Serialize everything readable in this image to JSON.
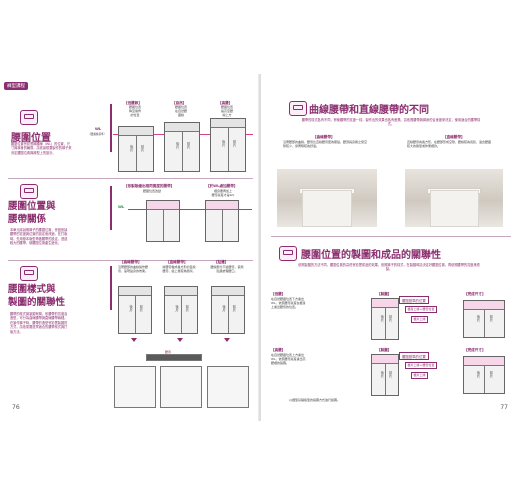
{
  "left": {
    "tab": "褲型課程",
    "page_number": "76",
    "s1": {
      "title": "腰圍位置",
      "desc": "腰圍位置會影響褲腰線（WL）的位置、尺寸與褲身的輪廓。請依據想要製作的褲子來決定腰圍位置與褲型上的設計。",
      "labels": [
        "【低腰款】",
        "【自然】",
        "【高腰】"
      ],
      "notes": [
        "腰圍位置\n降至髖骨\n的位置",
        "腰圍位置\n在自然腰\n圍線",
        "腰圍位置\n提高至腰\n線上方"
      ],
      "wl": "WL",
      "wl_note": "（腰圍線基準）",
      "front": "前片",
      "back": "後片"
    },
    "s2": {
      "title": "腰圍位置與\n腰帶關係",
      "desc": "本單元將說明褲子的腰圍位置，會因依據腰帶的寬度與位置的設定而改變。在打版時，先用基本版型再做腰帶的設定，透過較大的腰帶，使腰圍位置產生變化。",
      "label_a": "【依製版繪出相同寬度的腰帶】",
      "label_b": "【於WL處加腰帶】",
      "note_a": "腰圍位置改變",
      "note_b": "褲身要再加上\n腰帶寬度才是WL",
      "wl": "WL"
    },
    "s3": {
      "title": "腰圍樣式與\n製圖的關聯性",
      "desc": "腰帶的樣式與製圖有關，依腰帶的寬度及造型，可分為曲線腰帶與直線腰帶兩種。在製作褲子時，腰帶的造型會影響製圖的方式，請依需要選擇適合的腰帶樣式與打版方法。",
      "labels": [
        "【曲線腰帶】",
        "【直線腰帶】",
        "【貼邊】"
      ],
      "notes": [
        "沿著腰部的曲線製作腰帶，呈現貼身的效果。",
        "將腰帶做成長方形的直線腰帶，縫上後較為簡潔。",
        "腰線部分不縫腰帶，使用貼邊處理腰口。"
      ],
      "band_label": "腰帶",
      "front": "前片",
      "back": "後片"
    }
  },
  "right": {
    "page_number": "77",
    "s1": {
      "title": "曲線腰帶和直線腰帶的不同",
      "desc": "腰帶的樣式各有不同，即使腰帶的寬度一樣，製作出的效果也各有差異。請依照腰帶與褲身的合身度來決定，使用適合的腰帶樣式。",
      "label_left": "【曲線腰帶】",
      "label_right": "【直線腰帶】",
      "note_left": "沿著腰部的曲線，腰帶比直線腰帶更為服貼，腰頭與身體之間空隙較少，穿著時較為舒適。",
      "note_right": "直線腰帶為長方形，在腰部形成空隙，腰線較為寬鬆，適合腰圍較大的體型或休閒褲款。"
    },
    "s2": {
      "title": "腰圍位置的製圖和成品的關聯性",
      "desc": "依照製圖的方法不同，腰圍位置的高低會影響成品的效果。依照褲子的樣式，在製圖時請決定好腰圍位置，再依照腰帶的寬度來繪製。",
      "tag_low": "【低腰】",
      "tag_high": "【高腰】",
      "tag_draft": "【製圖】",
      "tag_result": "【完成尺寸】",
      "low_desc": "在自然腰圍位置下方畫出WL，依照腰帶寬度在褲身上畫出腰帶的位置。",
      "high_desc": "在自然腰圍位置上方畫出WL，依照腰帶寬度畫出高腰褲的製圖。",
      "boxes_low": [
        "腰圍基準的位置",
        "褲身上緣＋腰帶位置",
        "褲片上緣"
      ],
      "boxes_high": [
        "腰圍基準的位置",
        "褲片上緣＋腰帶位置",
        "褲片上緣"
      ],
      "front": "前片",
      "back": "後片",
      "footnote": "以褲型基礎版型的製圖方式進行繪圖。"
    }
  },
  "colors": {
    "accent": "#8b2d6e",
    "wl_green": "#2e8b3a",
    "wl_pink": "#d6418b"
  }
}
